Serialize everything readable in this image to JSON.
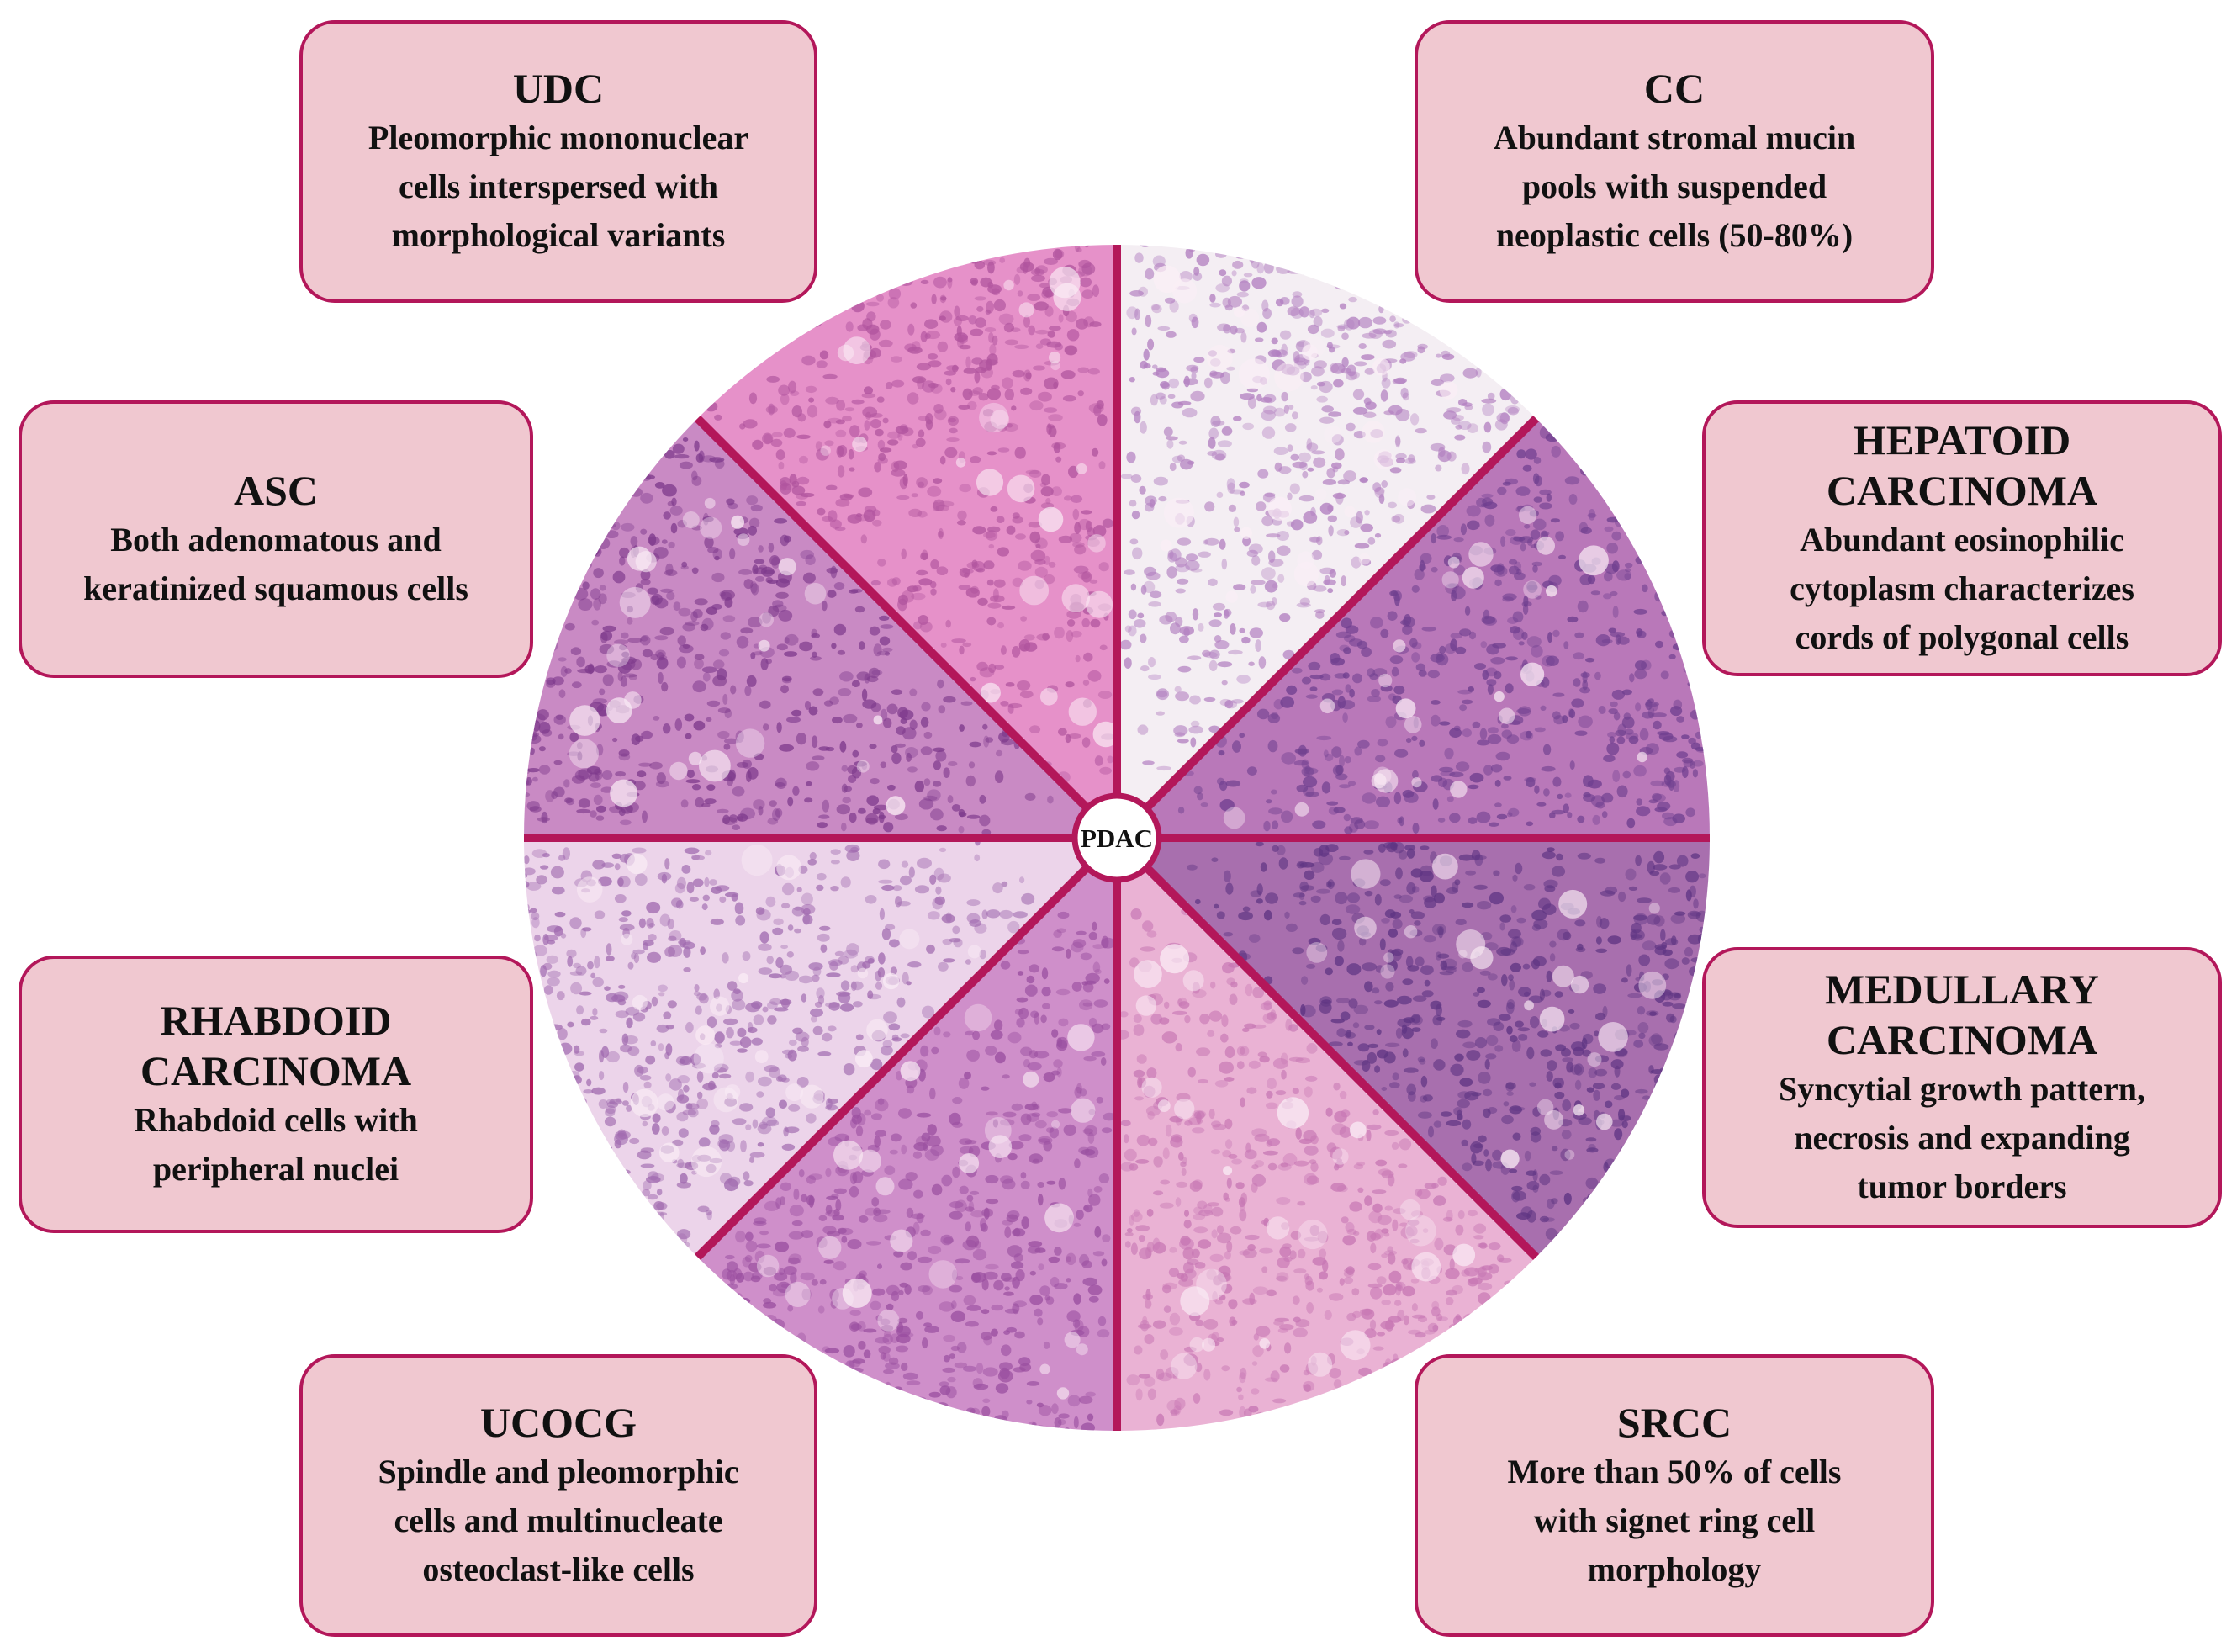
{
  "hub_label": "PDAC",
  "colors": {
    "box_fill": "#f0c8d0",
    "box_border": "#b3175a",
    "divider": "#b3175a"
  },
  "variants": [
    {
      "id": "udc",
      "title": [
        "UDC"
      ],
      "desc": [
        "Pleomorphic mononuclear",
        "cells interspersed with",
        "morphological variants"
      ],
      "tissue": [
        "#e691c9",
        "#b0549e"
      ]
    },
    {
      "id": "cc",
      "title": [
        "CC"
      ],
      "desc": [
        "Abundant stromal mucin",
        "pools with suspended",
        "neoplastic cells (50-80%)"
      ],
      "tissue": [
        "#f4eef3",
        "#b27fc0"
      ]
    },
    {
      "id": "hepatoid",
      "title": [
        "HEPATOID",
        "CARCINOMA"
      ],
      "desc": [
        "Abundant eosinophilic",
        "cytoplasm characterizes",
        "cords of polygonal cells"
      ],
      "tissue": [
        "#b978b9",
        "#6f3f8f"
      ]
    },
    {
      "id": "medullary",
      "title": [
        "MEDULLARY",
        "CARCINOMA"
      ],
      "desc": [
        "Syncytial growth pattern,",
        "necrosis and expanding",
        "tumor borders"
      ],
      "tissue": [
        "#a86fae",
        "#5f3583"
      ]
    },
    {
      "id": "srcc",
      "title": [
        "SRCC"
      ],
      "desc": [
        "More than 50% of cells",
        "with signet ring cell",
        "morphology"
      ],
      "tissue": [
        "#eab2d4",
        "#c777b4"
      ]
    },
    {
      "id": "ucocg",
      "title": [
        "UCOCG"
      ],
      "desc": [
        "Spindle and pleomorphic",
        "cells and multinucleate",
        "osteoclast-like cells"
      ],
      "tissue": [
        "#cf8fca",
        "#9a4fa0"
      ]
    },
    {
      "id": "rhabdoid",
      "title": [
        "RHABDOID",
        "CARCINOMA"
      ],
      "desc": [
        "Rhabdoid cells with",
        "peripheral nuclei"
      ],
      "tissue": [
        "#ecd4ea",
        "#a06aaf"
      ]
    },
    {
      "id": "asc",
      "title": [
        "ASC"
      ],
      "desc": [
        "Both adenomatous and",
        "keratinized squamous cells"
      ],
      "tissue": [
        "#c98ac4",
        "#7e3a8c"
      ]
    }
  ]
}
